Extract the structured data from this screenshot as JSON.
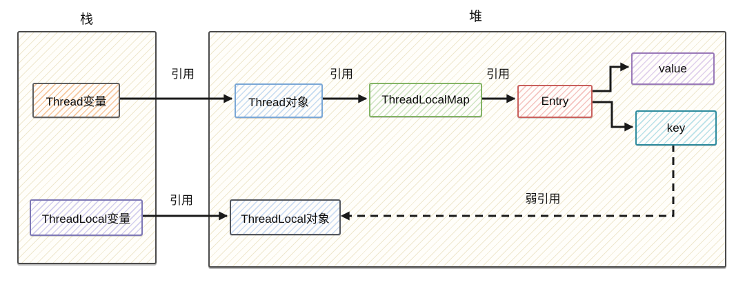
{
  "regions": {
    "stack": {
      "title": "栈"
    },
    "heap": {
      "title": "堆"
    }
  },
  "nodes": {
    "thread_var": {
      "label": "Thread变量",
      "border": "#606060",
      "fill": "#f6c89f"
    },
    "threadlocal_var": {
      "label": "ThreadLocal变量",
      "border": "#7d77b5",
      "fill": "#d3cfee"
    },
    "thread_obj": {
      "label": "Thread对象",
      "border": "#7aa7d6",
      "fill": "#c6dbf0"
    },
    "threadlocal_map": {
      "label": "ThreadLocalMap",
      "border": "#84b465",
      "fill": "#d0e5c4"
    },
    "entry": {
      "label": "Entry",
      "border": "#c9605c",
      "fill": "#f4c5c1"
    },
    "value": {
      "label": "value",
      "border": "#9a79b8",
      "fill": "#e0d1ec"
    },
    "key": {
      "label": "key",
      "border": "#2e8c9e",
      "fill": "#bae1e8"
    },
    "threadlocal_obj": {
      "label": "ThreadLocal对象",
      "border": "#54575e",
      "fill": "#cdddf3"
    }
  },
  "edges": {
    "ref_label": "引用",
    "weak_ref_label": "弱引用"
  },
  "style": {
    "arrow_color": "#1a1a1a",
    "region_border": "#4a4a4a",
    "region_hatch": "#e1d5aa"
  }
}
